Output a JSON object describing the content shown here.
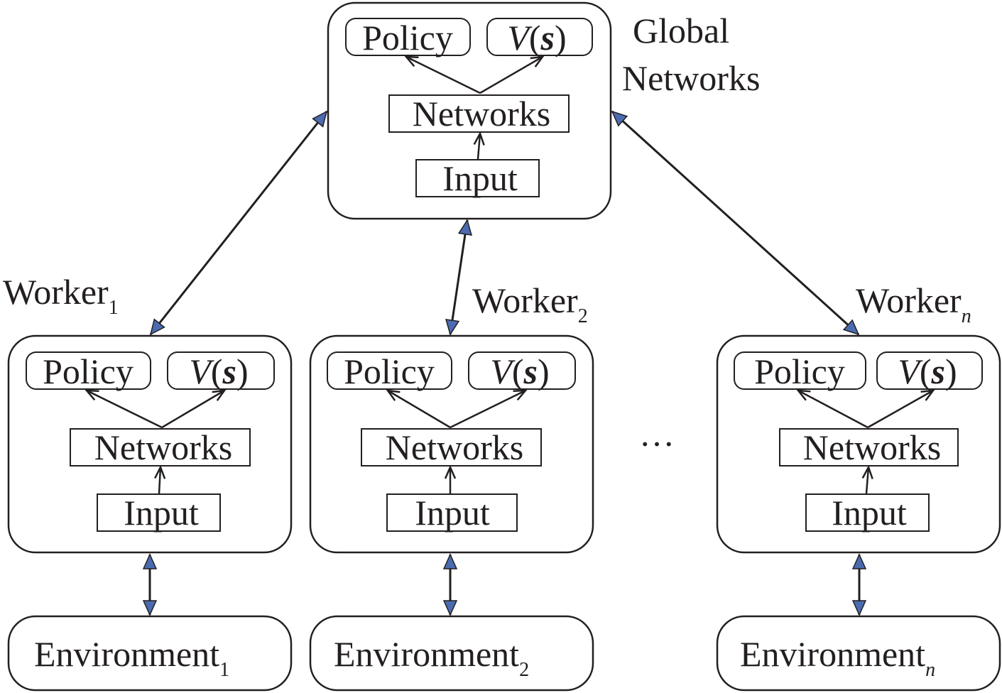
{
  "global": {
    "label_line1": "Global",
    "label_line2": "Networks",
    "policy": "Policy",
    "value_v": "V",
    "value_open": "(",
    "value_s": "s",
    "value_close": ")",
    "networks": "Networks",
    "input": "Input"
  },
  "workers": [
    {
      "name": "Worker",
      "subscript": "1",
      "policy": "Policy",
      "value_v": "V",
      "value_open": "(",
      "value_s": "s",
      "value_close": ")",
      "networks": "Networks",
      "input": "Input",
      "environment": "Environment",
      "environment_subscript": "1"
    },
    {
      "name": "Worker",
      "subscript": "2",
      "policy": "Policy",
      "value_v": "V",
      "value_open": "(",
      "value_s": "s",
      "value_close": ")",
      "networks": "Networks",
      "input": "Input",
      "environment": "Environment",
      "environment_subscript": "2"
    },
    {
      "name": "Worker",
      "subscript": "n",
      "policy": "Policy",
      "value_v": "V",
      "value_open": "(",
      "value_s": "s",
      "value_close": ")",
      "networks": "Networks",
      "input": "Input",
      "environment": "Environment",
      "environment_subscript": "n"
    }
  ],
  "ellipsis": "…",
  "colors": {
    "ink": "#231f20",
    "arrowhead": "#4a6bb0"
  }
}
